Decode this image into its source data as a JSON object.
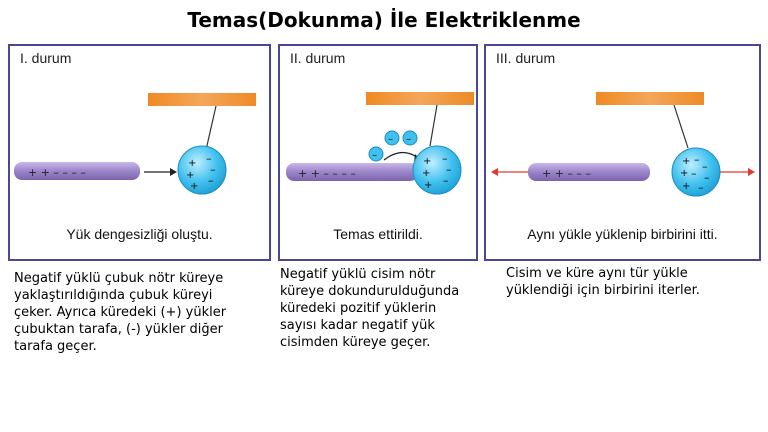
{
  "title": "Temas(Dokunma) İle Elektriklenme",
  "colors": {
    "frame": "#4b4795",
    "rod": "#9b87c9",
    "sphere": "#3fc0ee",
    "wood": "#ef8f2e",
    "repel_arrow": "#e03a2a"
  },
  "panels": [
    {
      "label": "I. durum",
      "caption": "Yük dengesizliği oluştu.",
      "description": "Negatif yüklü çubuk nötr küreye\nyaklaştırıldığında çubuk küreyi\nçeker. Ayrıca küredeki (+) yükler\nçubuktan tarafa, (-) yükler diğer\ntarafa geçer."
    },
    {
      "label": "II. durum",
      "caption": "Temas ettirildi.",
      "description": "Negatif yüklü cisim nötr\nküreye dokundurulduğunda\nküredeki pozitif yüklerin\nsayısı kadar negatif yük\ncisimden küreye geçer."
    },
    {
      "label": "III. durum",
      "caption": "Aynı yükle yüklenip birbirini itti.",
      "description": "Cisim ve küre aynı tür yükle\nyüklendiği için birbirini iterler."
    }
  ]
}
